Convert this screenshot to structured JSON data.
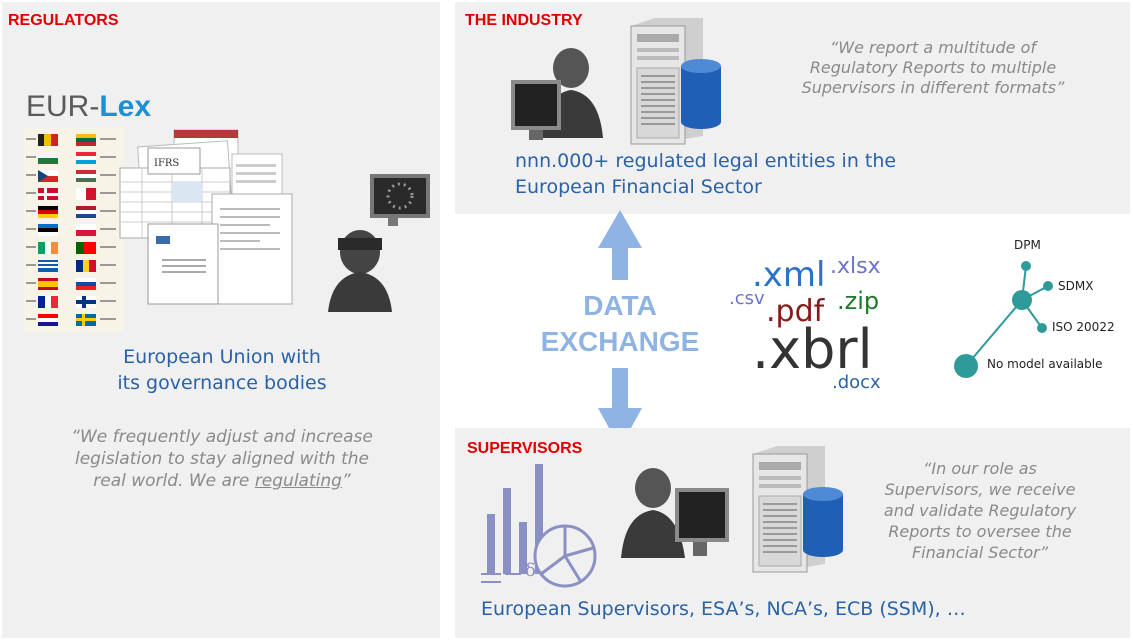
{
  "regulators": {
    "heading": "REGULATORS",
    "logo_eur": "EUR-",
    "logo_lex": "Lex",
    "doc_title": "IFRS",
    "description_line1": "European Union with",
    "description_line2": "its governance bodies",
    "quote_line1": "“We frequently adjust and increase",
    "quote_line2": "legislation to stay aligned with the",
    "quote_line3_prefix": "real world. We are ",
    "quote_line3_underlined": "regulating",
    "quote_line3_suffix": "”"
  },
  "industry": {
    "heading": "THE INDUSTRY",
    "quote_line1": "“We report a multitude of",
    "quote_line2": "Regulatory Reports to multiple",
    "quote_line3": "Supervisors in different formats”",
    "description_line1": "nnn.000+ regulated legal entities in the",
    "description_line2": "European Financial Sector"
  },
  "exchange": {
    "label_line1": "DATA",
    "label_line2": "EXCHANGE",
    "formats": [
      ".xml",
      ".xlsx",
      ".csv",
      ".pdf",
      ".zip",
      ".xbrl",
      ".docx"
    ]
  },
  "models": {
    "nodes": [
      "DPM",
      "SDMX",
      "ISO 20022",
      "No model available"
    ]
  },
  "supervisors": {
    "heading": "SUPERVISORS",
    "quote_line1": "“In our role as",
    "quote_line2": "Supervisors, we receive",
    "quote_line3": "and validate Regulatory",
    "quote_line4": "Reports to oversee the",
    "quote_line5": "Financial Sector”",
    "chart_symbol": "δ",
    "description": "European Supervisors, ESA’s, NCA’s, ECB (SSM), …"
  },
  "colors": {
    "heading_red": "#e00000",
    "text_blue": "#2a62a8",
    "arrow_blue": "#8fb4e3",
    "node_teal": "#2f9a9a",
    "panel_grey": "#f0f0f0"
  }
}
